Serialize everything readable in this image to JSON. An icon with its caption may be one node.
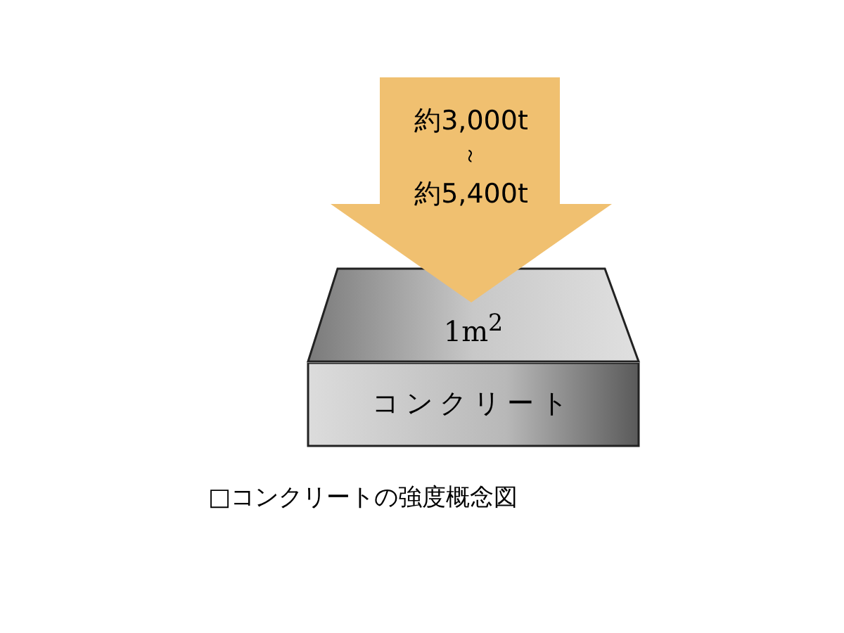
{
  "diagram": {
    "caption": "□コンクリートの強度概念図",
    "nodes": [
      {
        "text": [
          "1m$^{2}$"
        ]
      },
      {
        "text": [
          "コンクリート"
        ]
      },
      {
        "text": [
          "約3,000t",
          "～",
          "約5,400t"
        ]
      }
    ]
  }
}
